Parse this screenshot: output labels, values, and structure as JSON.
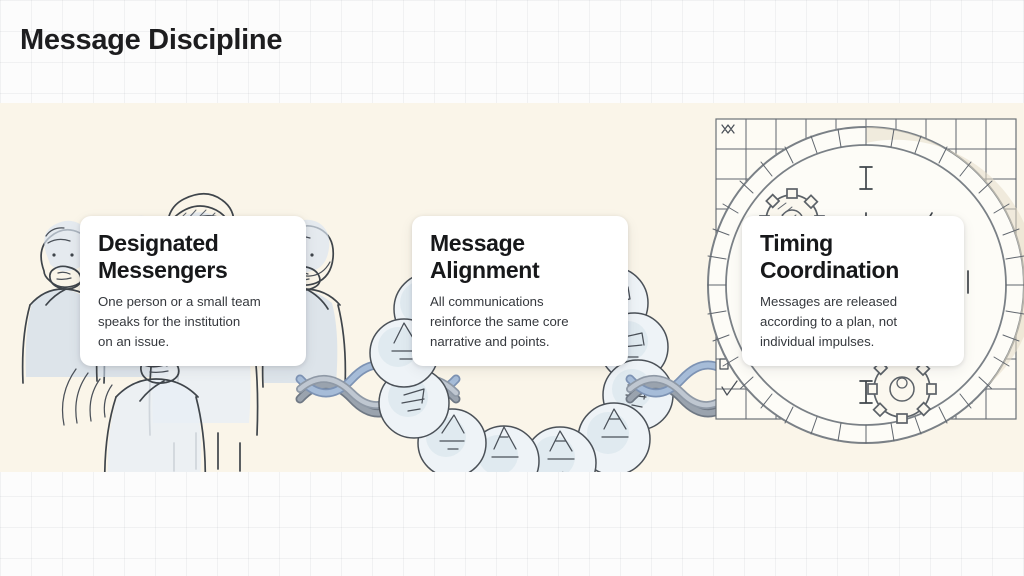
{
  "header": {
    "title": "Message Discipline"
  },
  "theme": {
    "band_background": "#faf5e9",
    "slide_background": "#fcfcfc",
    "card_background": "#ffffff",
    "title_color": "#1d1d1f",
    "body_color": "#35383d",
    "illustration_ink": "#3d4348",
    "illustration_fill_blue": "#c7d6e6",
    "rope_blue": "#8fa9c9",
    "rope_gray": "#9aa1ab"
  },
  "cards": [
    {
      "id": "designated-messengers",
      "title": "Designated\nMessengers",
      "body": "One person or a small team\nspeaks for the institution\non an issue."
    },
    {
      "id": "message-alignment",
      "title": "Message\nAlignment",
      "body": "All communications\nreinforce the same core\nnarrative and points."
    },
    {
      "id": "timing-coordination",
      "title": "Timing\nCoordination",
      "body": "Messages are released\naccording to a plan, not\nindividual impulses."
    }
  ],
  "illustrations": [
    {
      "id": "spokesperson-crowd",
      "name": "crowd-with-single-speaker-illustration",
      "description": "Group of figures covering their mouths while one central figure speaks into a microphone with sound waves"
    },
    {
      "id": "speech-bubble-cluster",
      "name": "aligned-speech-bubbles-illustration",
      "description": "Cluster of overlapping speech bubbles each containing the same abstract glyph marks"
    },
    {
      "id": "clock-calendar",
      "name": "clock-gears-calendar-illustration",
      "description": "Large clock dial with gears layered over a calendar grid"
    }
  ],
  "connectors": [
    {
      "id": "braid-left",
      "name": "braided-rope-connector"
    },
    {
      "id": "braid-right",
      "name": "braided-rope-connector"
    }
  ]
}
